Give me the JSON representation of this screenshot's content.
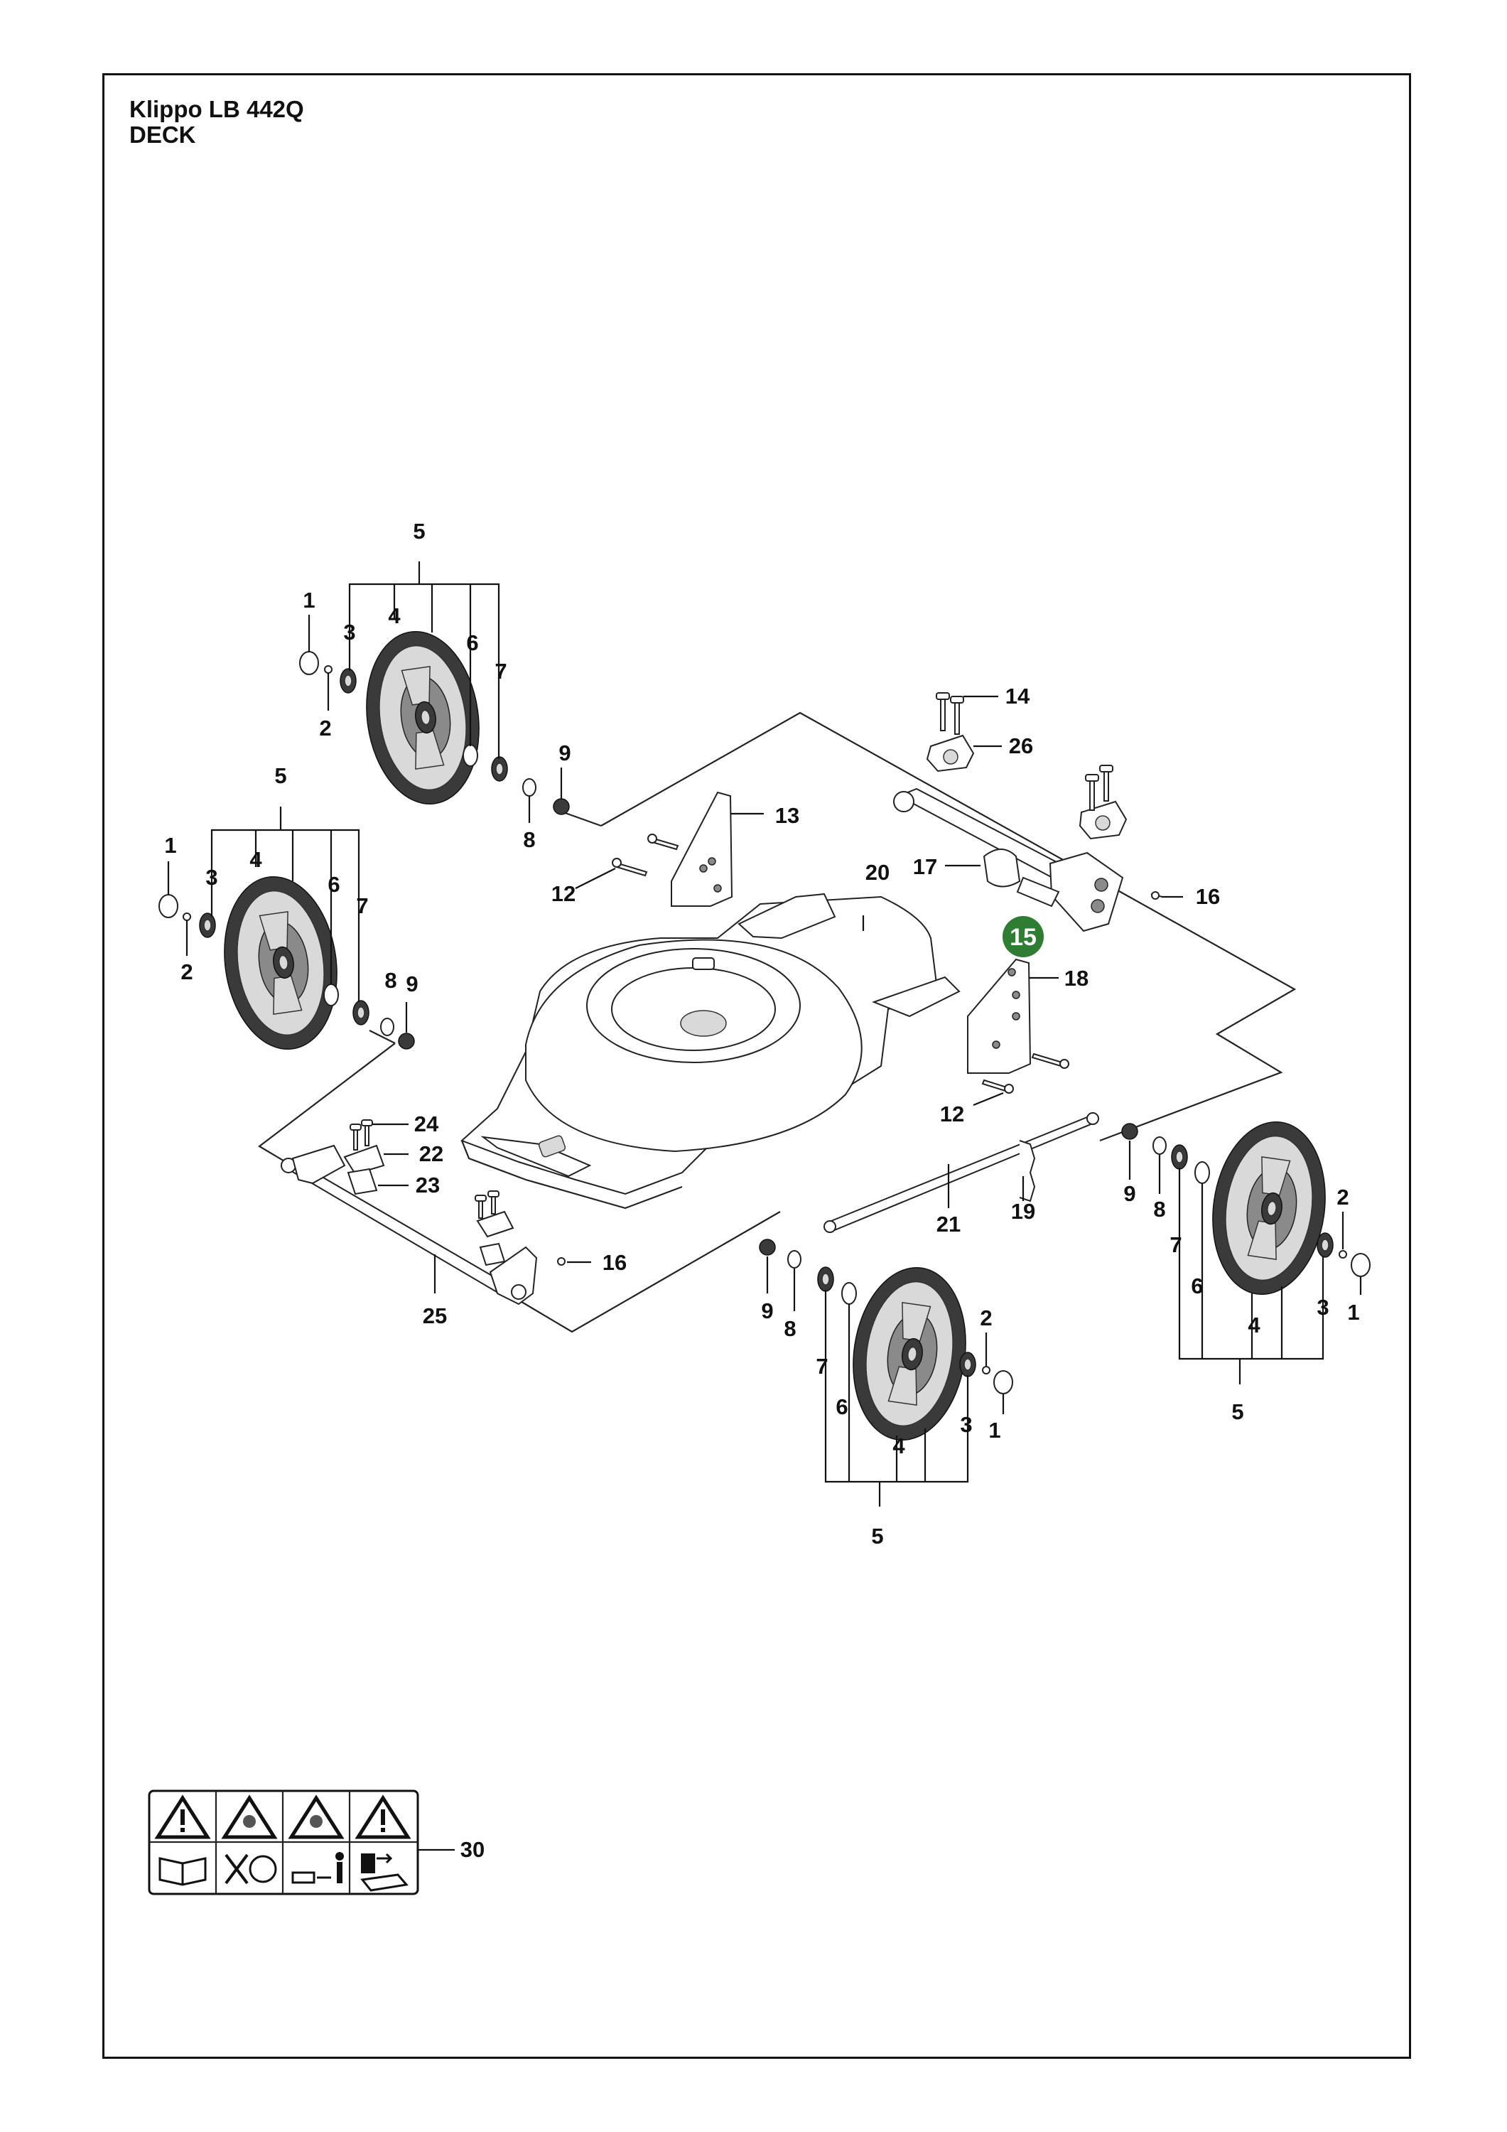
{
  "document": {
    "model": "Klippo LB 442Q",
    "section": "DECK"
  },
  "highlighted_part": "15",
  "callouts": {
    "c1a": "1",
    "c2a": "2",
    "c3a": "3",
    "c4a": "4",
    "c5a": "5",
    "c6a": "6",
    "c7a": "7",
    "c8a": "8",
    "c9a": "9",
    "c1b": "1",
    "c2b": "2",
    "c3b": "3",
    "c4b": "4",
    "c5b": "5",
    "c6b": "6",
    "c7b": "7",
    "c8b": "8",
    "c9b": "9",
    "c1c": "1",
    "c2c": "2",
    "c3c": "3",
    "c4c": "4",
    "c5c": "5",
    "c6c": "6",
    "c7c": "7",
    "c8c": "8",
    "c9c": "9",
    "c1d": "1",
    "c2d": "2",
    "c3d": "3",
    "c4d": "4",
    "c5d": "5",
    "c6d": "6",
    "c7d": "7",
    "c8d": "8",
    "c9d": "9",
    "c12a": "12",
    "c12b": "12",
    "c13": "13",
    "c14": "14",
    "c16a": "16",
    "c16b": "16",
    "c17": "17",
    "c18": "18",
    "c19": "19",
    "c20": "20",
    "c21": "21",
    "c22": "22",
    "c23": "23",
    "c24": "24",
    "c25": "25",
    "c26": "26",
    "c30": "30"
  }
}
